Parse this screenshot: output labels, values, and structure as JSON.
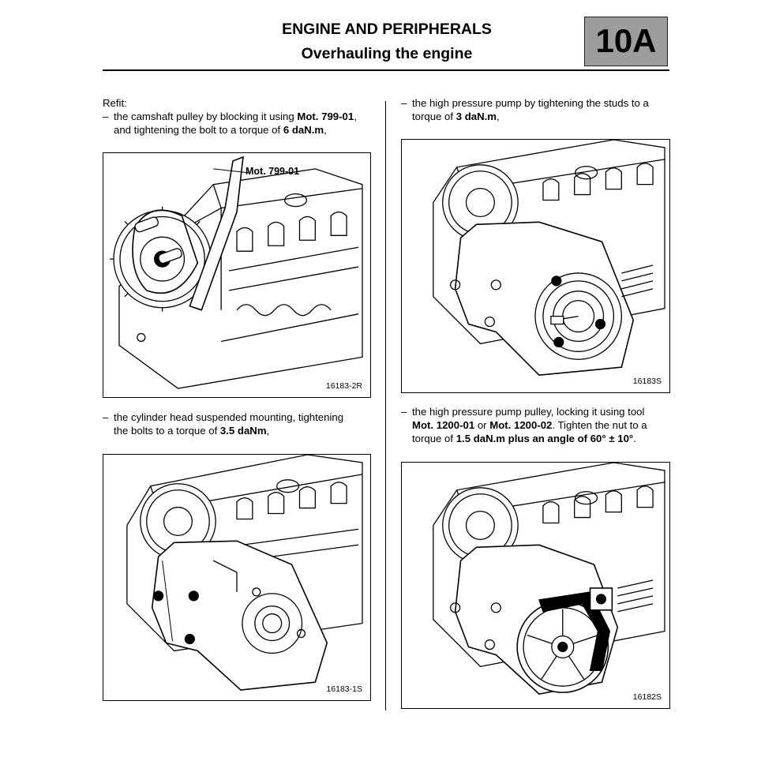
{
  "header": {
    "title": "ENGINE AND PERIPHERALS",
    "subtitle": "Overhauling the engine",
    "section_tab": "10A"
  },
  "left": {
    "intro": "Refit:",
    "item1": {
      "dash": "–",
      "t1": "the camshaft pulley by blocking it using ",
      "b1": "Mot. 799-01",
      "t2": ",",
      "t3": "and tightening the bolt to a torque of ",
      "b2": "6 daN.m",
      "t4": ","
    },
    "figure1": {
      "ref": "16183-2R",
      "tool_label": "Mot. 799-01"
    },
    "item2": {
      "dash": "–",
      "t1": "the cylinder head suspended mounting, tightening",
      "t2": "the bolts to a torque of ",
      "b1": "3.5 daNm",
      "t3": ","
    },
    "figure2": {
      "ref": "16183-1S"
    }
  },
  "right": {
    "item1": {
      "dash": "–",
      "t1": "the high pressure pump by tightening the studs to a",
      "t2": "torque of ",
      "b1": "3 daN.m",
      "t3": ","
    },
    "figure3": {
      "ref": "16183S"
    },
    "item2": {
      "dash": "–",
      "t1": "the high pressure pump pulley, locking it using tool",
      "b1": "Mot. 1200-01",
      "t2": " or ",
      "b2": "Mot. 1200-02",
      "t3": ". Tighten the nut to a",
      "t4": "torque of ",
      "b3": "1.5 daN.m plus an angle of 60° ± 10°",
      "t5": "."
    },
    "figure4": {
      "ref": "16182S"
    }
  }
}
